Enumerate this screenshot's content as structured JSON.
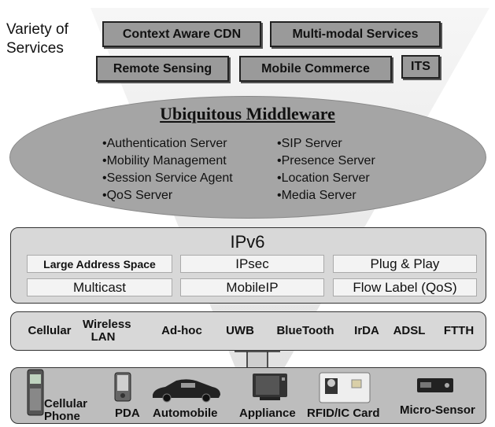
{
  "services": {
    "label": "Variety of\nServices",
    "items": [
      "Context Aware CDN",
      "Multi-modal Services",
      "Remote Sensing",
      "Mobile Commerce",
      "ITS"
    ]
  },
  "middleware": {
    "title": "Ubiquitous Middleware",
    "left_items": [
      "•Authentication Server",
      "•Mobility Management",
      "•Session Service Agent",
      "•QoS Server"
    ],
    "right_items": [
      "•SIP Server",
      "•Presence Server",
      "•Location Server",
      "•Media Server"
    ]
  },
  "ipv6": {
    "title": "IPv6",
    "features": [
      "Large Address Space",
      "IPsec",
      "Plug & Play",
      "Multicast",
      "MobileIP",
      "Flow Label (QoS)"
    ]
  },
  "networks": [
    "Cellular",
    "Wireless\nLAN",
    "Ad-hoc",
    "UWB",
    "BlueTooth",
    "IrDA",
    "ADSL",
    "FTTH"
  ],
  "devices": [
    "Cellular\nPhone",
    "PDA",
    "Automobile",
    "Appliance",
    "RFID/IC Card",
    "Micro-Sensor"
  ],
  "colors": {
    "funnel": "#ececec",
    "ellipse": "#a5a5a5",
    "panel": "#d8d8d8",
    "service_box": "#9a9a9a"
  }
}
